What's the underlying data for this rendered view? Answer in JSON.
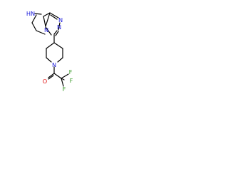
{
  "molecule": {
    "atoms": [
      {
        "id": "nh",
        "symbol": "HN",
        "element": "N"
      },
      {
        "id": "n1",
        "symbol": "N",
        "element": "N"
      },
      {
        "id": "n2",
        "symbol": "N",
        "element": "N"
      },
      {
        "id": "n3",
        "symbol": "N",
        "element": "N"
      },
      {
        "id": "n4",
        "symbol": "N",
        "element": "N"
      },
      {
        "id": "o1",
        "symbol": "O",
        "element": "O"
      },
      {
        "id": "f1",
        "symbol": "F",
        "element": "F"
      },
      {
        "id": "f2",
        "symbol": "F",
        "element": "F"
      },
      {
        "id": "f3",
        "symbol": "F",
        "element": "F"
      }
    ]
  },
  "colors": {
    "bond": "#000000",
    "nitrogen": "#1a1adb",
    "oxygen": "#e01010",
    "fluorine": "#3a9a2a"
  }
}
